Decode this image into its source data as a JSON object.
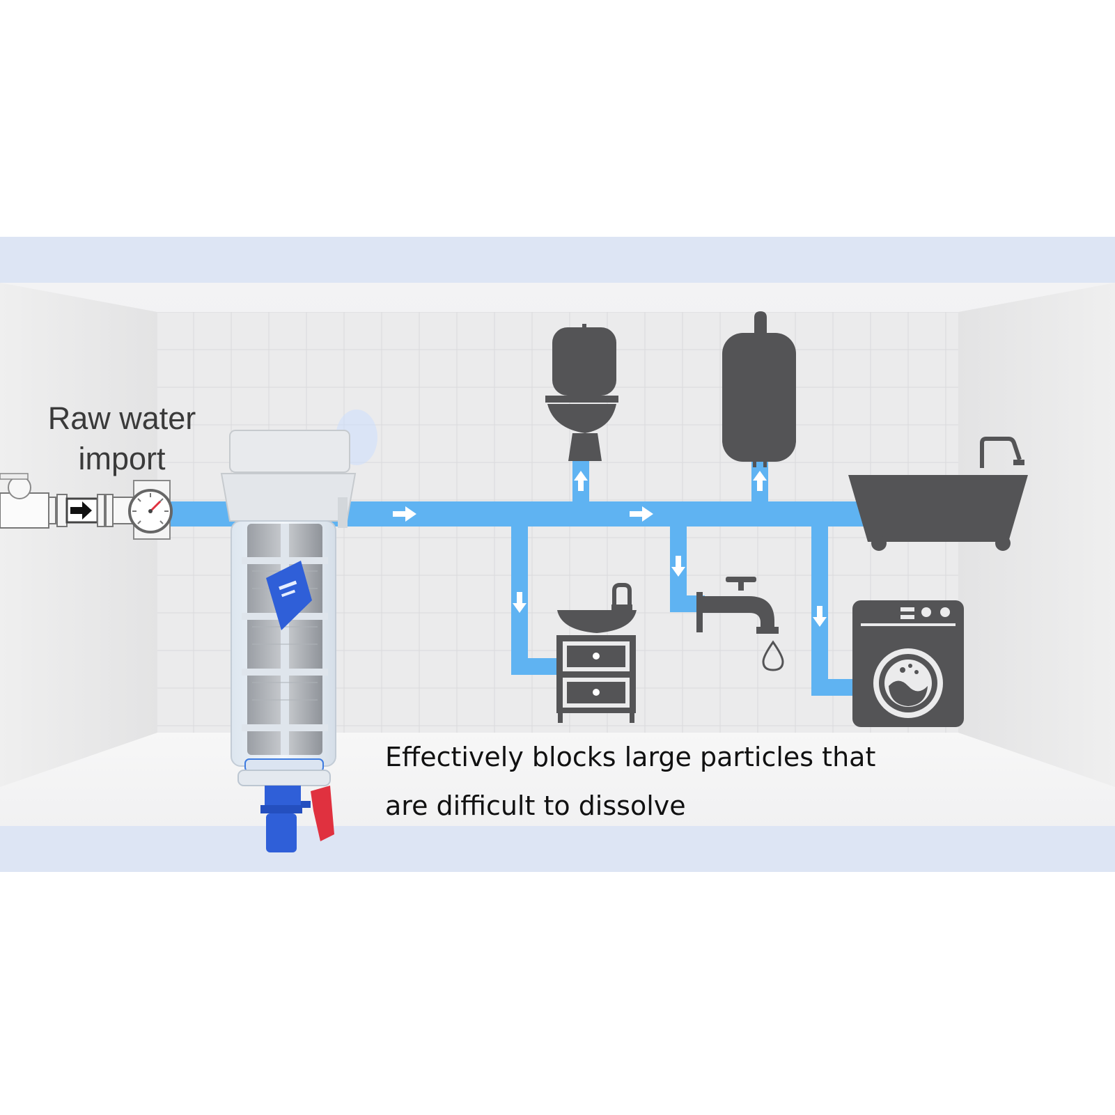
{
  "labels": {
    "raw_water_line1": "Raw water",
    "raw_water_line2": "import",
    "caption_line1": "Effectively blocks large particles that",
    "caption_line2": "are difficult to dissolve"
  },
  "colors": {
    "pipe": "#5fb3f2",
    "fixture": "#545456",
    "band": "#dde5f4",
    "valve_blue": "#2f5fd8",
    "valve_red": "#e0313f"
  },
  "icons": [
    "toilet-icon",
    "water-heater-icon",
    "bathtub-icon",
    "sink-cabinet-icon",
    "faucet-icon",
    "washing-machine-icon",
    "pressure-gauge-icon",
    "filter-housing-icon"
  ]
}
